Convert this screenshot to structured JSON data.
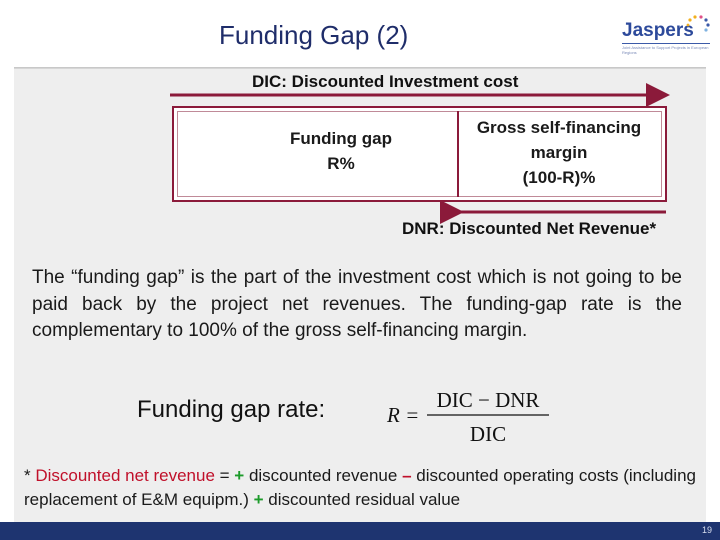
{
  "slide": {
    "title": "Funding Gap (2)",
    "page_number": "19"
  },
  "logo": {
    "brand": "Jaspers",
    "tagline": "Joint Assistance to Support Projects in European Regions"
  },
  "diagram": {
    "top_label": "DIC: Discounted Investment cost",
    "left_cell": [
      "Funding gap",
      "R%"
    ],
    "right_cell": [
      "Gross self-financing",
      "margin",
      "(100-R)%"
    ],
    "bottom_label": "DNR: Discounted Net Revenue*"
  },
  "body": {
    "paragraph": "The “funding gap” is the part of the investment cost which is not going to be paid back by the project net revenues. The funding-gap rate is the complementary to 100% of the gross self-financing margin."
  },
  "formula": {
    "label": "Funding gap rate:",
    "lhs": "R =",
    "numerator": "DIC − DNR",
    "denominator": "DIC"
  },
  "footnote": {
    "star": "* ",
    "term": "Discounted net revenue",
    "eq": " = ",
    "plus1": "+",
    "part1": " discounted revenue ",
    "minus": "–",
    "part2": " discounted operating costs (including replacement of E&M equipm.) ",
    "plus2": "+",
    "part3": " discounted residual value"
  },
  "colors": {
    "title": "#1f2d6a",
    "diagram_border": "#8b1a3a",
    "footnote_red": "#c0102a",
    "footnote_green": "#1c9b2a",
    "bottom_bar": "#1e3470"
  }
}
